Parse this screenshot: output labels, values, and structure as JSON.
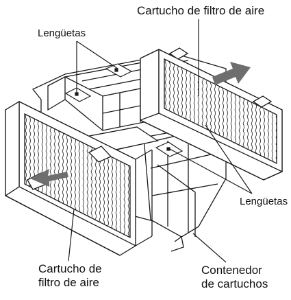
{
  "labels": {
    "filter_top": "Cartucho de filtro de aire",
    "tabs_top": "Lengüetas",
    "tabs_right": "Lengüetas",
    "filter_bottom_line1": "Cartucho de",
    "filter_bottom_line2": "filtro de aire",
    "container_line1": "Contenedor",
    "container_line2": "de cartuchos"
  },
  "colors": {
    "line": "#1a1a1a",
    "arrow": "#6e6e6e",
    "panel": "#ffffff",
    "shade": "#d9d9d9"
  }
}
